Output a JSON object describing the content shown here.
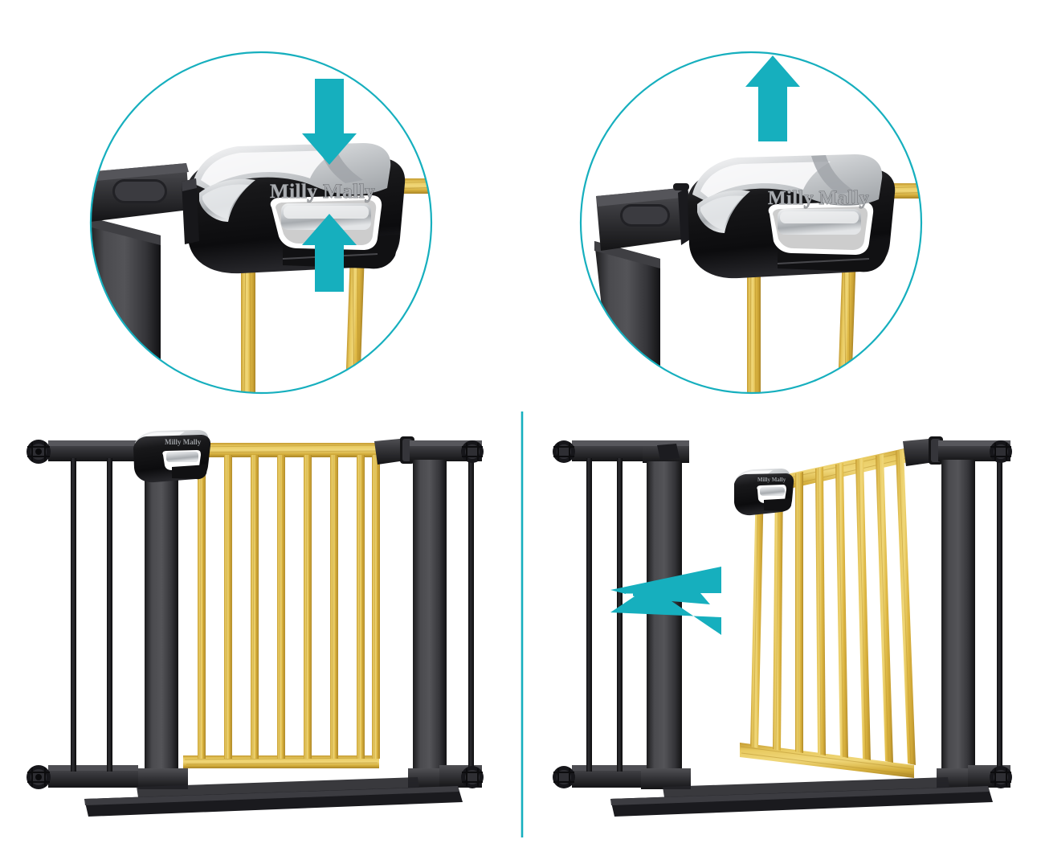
{
  "meta": {
    "image_kind": "product-instruction-illustration",
    "brand": "Milly Mally",
    "background_color": "#ffffff",
    "accent_color": "#16AFBE",
    "wood_color": "#E0BC48",
    "metal_dark": "#2C2C2E",
    "metal_mid": "#46464A",
    "chrome_light": "#D4D6D8"
  },
  "panels": {
    "top_left": {
      "name": "press-latch-detail",
      "circle_label": "detail-circle",
      "brand_text": "Milly Mally",
      "arrows": [
        {
          "name": "down-arrow",
          "direction": "down",
          "color": "#16AFBE"
        },
        {
          "name": "up-arrow",
          "direction": "up",
          "color": "#16AFBE"
        }
      ]
    },
    "top_right": {
      "name": "lift-latch-detail",
      "circle_label": "detail-circle",
      "brand_text": "Milly Mally",
      "arrows": [
        {
          "name": "up-arrow",
          "direction": "up",
          "color": "#16AFBE"
        }
      ]
    },
    "bottom_left": {
      "name": "gate-closed-view",
      "brand_text": "Milly Mally",
      "wood_bar_count": 8,
      "extension_bar_count": 2
    },
    "bottom_right": {
      "name": "gate-open-view",
      "brand_text": "Milly Mally",
      "wood_bar_count": 8,
      "extension_bar_count": 2,
      "arrows": [
        {
          "name": "open-direction-arrow",
          "direction": "left",
          "color": "#16AFBE"
        }
      ]
    }
  },
  "divider": {
    "name": "vertical-divider",
    "color": "#16AFBE"
  }
}
